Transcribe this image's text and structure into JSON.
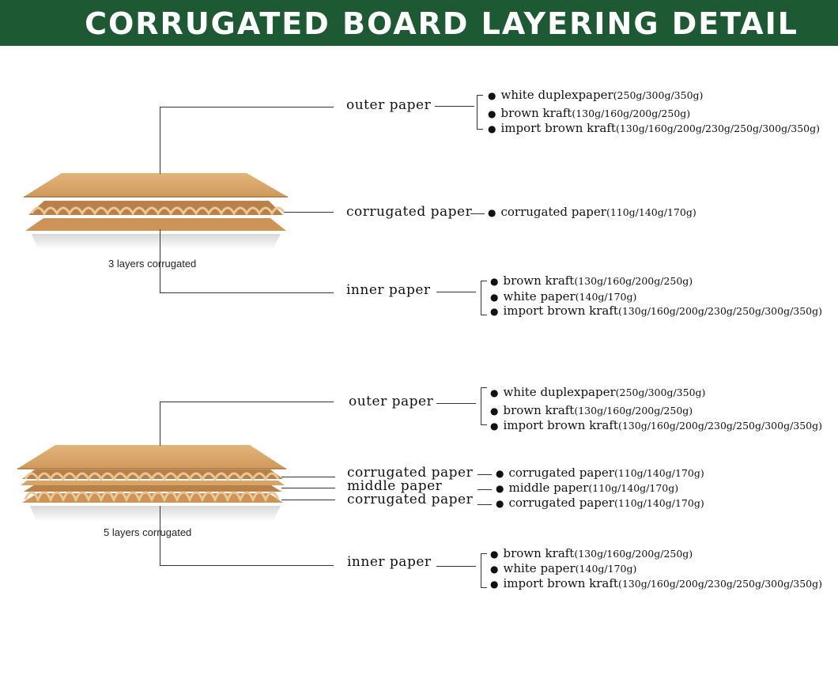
{
  "header": {
    "title": "CORRUGATED BOARD LAYERING DETAIL"
  },
  "colors": {
    "header_bg": "#1d5a34",
    "kraft": "#d5a065",
    "kraft_dark": "#a8743e"
  },
  "diagrams": [
    {
      "caption": "3 layers corrugated",
      "layers": [
        {
          "label": "outer paper",
          "options": [
            {
              "name": "white duplexpaper",
              "grams": "(250g/300g/350g)"
            },
            {
              "name": "brown kraft",
              "grams": "(130g/160g/200g/250g)"
            },
            {
              "name": "import brown kraft",
              "grams": "(130g/160g/200g/230g/250g/300g/350g)"
            }
          ]
        },
        {
          "label": "corrugated paper",
          "options": [
            {
              "name": "corrugated paper",
              "grams": "(110g/140g/170g)"
            }
          ]
        },
        {
          "label": "inner paper",
          "options": [
            {
              "name": "brown kraft",
              "grams": "(130g/160g/200g/250g)"
            },
            {
              "name": "white paper",
              "grams": "(140g/170g)"
            },
            {
              "name": "import brown kraft",
              "grams": "(130g/160g/200g/230g/250g/300g/350g)"
            }
          ]
        }
      ]
    },
    {
      "caption": "5 layers corrugated",
      "layers": [
        {
          "label": "outer paper",
          "options": [
            {
              "name": "white duplexpaper",
              "grams": "(250g/300g/350g)"
            },
            {
              "name": "brown kraft",
              "grams": "(130g/160g/200g/250g)"
            },
            {
              "name": "import brown kraft",
              "grams": "(130g/160g/200g/230g/250g/300g/350g)"
            }
          ]
        },
        {
          "label": "corrugated paper",
          "options": [
            {
              "name": "corrugated paper",
              "grams": "(110g/140g/170g)"
            }
          ]
        },
        {
          "label": "middle paper",
          "options": [
            {
              "name": "middle paper",
              "grams": "(110g/140g/170g)"
            }
          ]
        },
        {
          "label": "corrugated paper",
          "options": [
            {
              "name": "corrugated paper",
              "grams": "(110g/140g/170g)"
            }
          ]
        },
        {
          "label": "inner paper",
          "options": [
            {
              "name": "brown kraft",
              "grams": "(130g/160g/200g/250g)"
            },
            {
              "name": "white paper",
              "grams": "(140g/170g)"
            },
            {
              "name": "import brown kraft",
              "grams": "(130g/160g/200g/230g/250g/300g/350g)"
            }
          ]
        }
      ]
    }
  ]
}
